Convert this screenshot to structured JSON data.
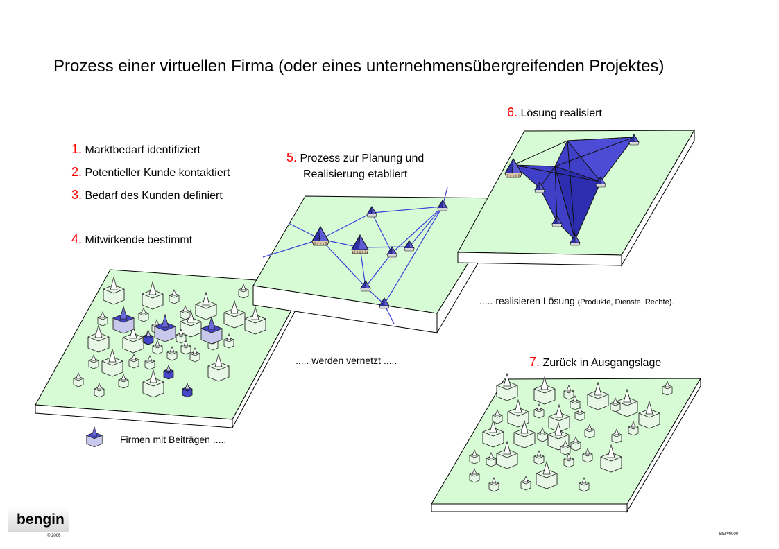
{
  "title": "Prozess einer virtuellen Firma (oder eines unternehmensübergreifenden Projektes)",
  "steps": [
    {
      "num": "1.",
      "text": "Marktbedarf identifiziert"
    },
    {
      "num": "2.",
      "text": "Potentieller Kunde kontaktiert"
    },
    {
      "num": "3.",
      "text": "Bedarf des Kunden definiert"
    },
    {
      "num": "4.",
      "text": "Mitwirkende bestimmt"
    },
    {
      "num": "5.",
      "text": "Prozess zur Planung und",
      "text2": "Realisierung etabliert"
    },
    {
      "num": "6.",
      "text": "Lösung realisiert"
    },
    {
      "num": "7.",
      "text": "Zurück in Ausgangslage"
    }
  ],
  "captions": {
    "vernetzt": "..... werden vernetzt .....",
    "realisieren": "..... realisieren Lösung",
    "realisieren_detail": "(Produkte, Dienste, Rechte)."
  },
  "legend": {
    "text": "Firmen mit Beiträgen ....."
  },
  "logo": {
    "text": "bengin"
  },
  "footer": {
    "copyright": "© 2006",
    "docref": "BEP/0000"
  },
  "colors": {
    "plate_top": "#d7fbd5",
    "plate_side": "#ffffff",
    "company_pale": "#e6f9e4",
    "company_contributor": "#3f3fc8",
    "network_line": "#3b3bd9",
    "step_number": "#ff0000"
  }
}
